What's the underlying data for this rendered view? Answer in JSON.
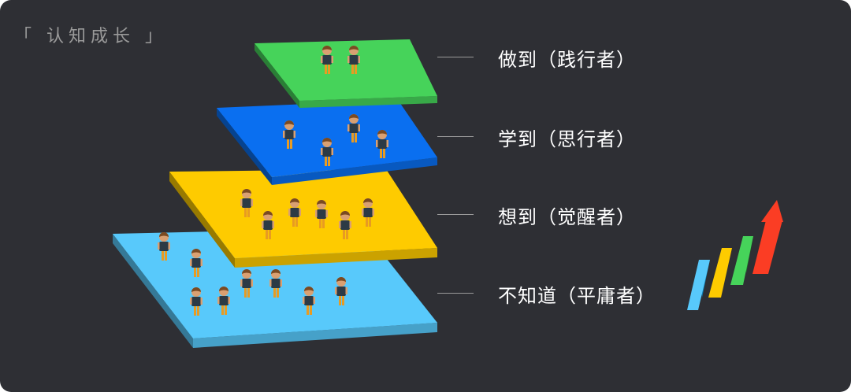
{
  "title": "「 认知成长 」",
  "levels": [
    {
      "label": "做到（践行者）",
      "color": "#46d35a"
    },
    {
      "label": "学到（思行者）",
      "color": "#0a6ff0"
    },
    {
      "label": "想到（觉醒者）",
      "color": "#fecb00"
    },
    {
      "label": "不知道（平庸者）",
      "color": "#58c9fb"
    }
  ],
  "icons": [
    "people-figure-icon",
    "growth-arrow-icon"
  ]
}
